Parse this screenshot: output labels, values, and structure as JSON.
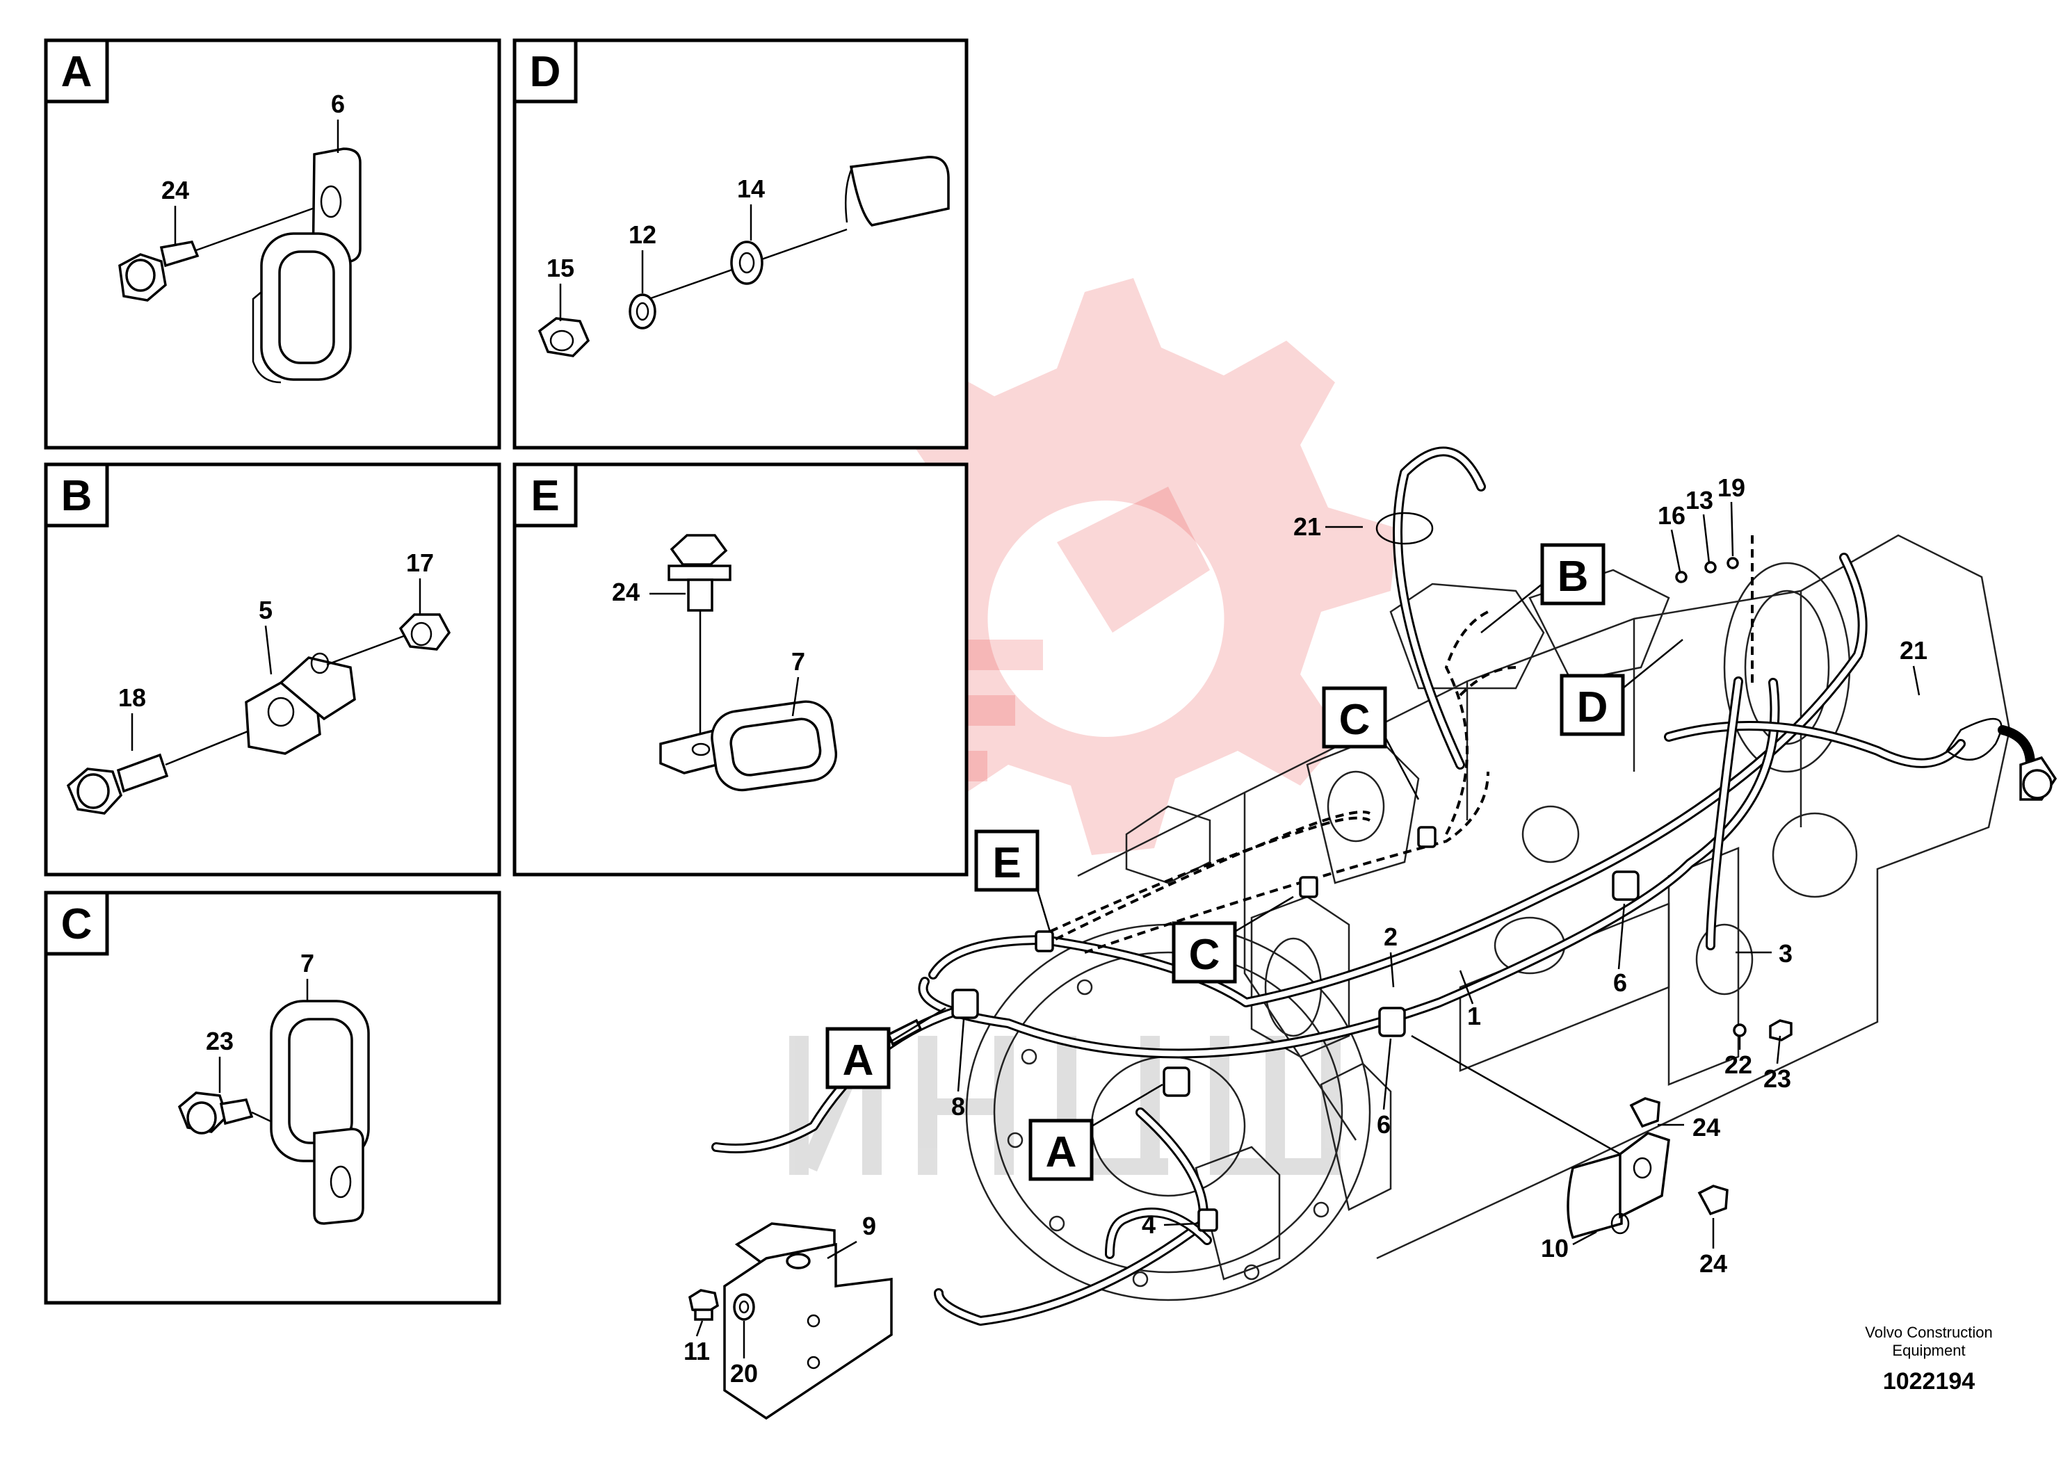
{
  "details": [
    {
      "letter": "A",
      "labels": [
        "24",
        "6"
      ]
    },
    {
      "letter": "D",
      "labels": [
        "15",
        "12",
        "14"
      ]
    },
    {
      "letter": "B",
      "labels": [
        "18",
        "5",
        "17"
      ]
    },
    {
      "letter": "E",
      "labels": [
        "24",
        "7"
      ]
    },
    {
      "letter": "C",
      "labels": [
        "23",
        "7"
      ]
    }
  ],
  "main_view": {
    "view_markers": [
      "A",
      "A",
      "B",
      "C",
      "C",
      "D",
      "E"
    ],
    "callouts": [
      "21",
      "16",
      "13",
      "19",
      "21",
      "2",
      "3",
      "1",
      "6",
      "22",
      "23",
      "8",
      "6",
      "24",
      "4",
      "10",
      "24",
      "9",
      "11",
      "20"
    ]
  },
  "footer": {
    "company_line1": "Volvo Construction",
    "company_line2": "Equipment",
    "drawing_number": "1022194"
  },
  "watermark": {
    "color": "#e94a4a"
  }
}
